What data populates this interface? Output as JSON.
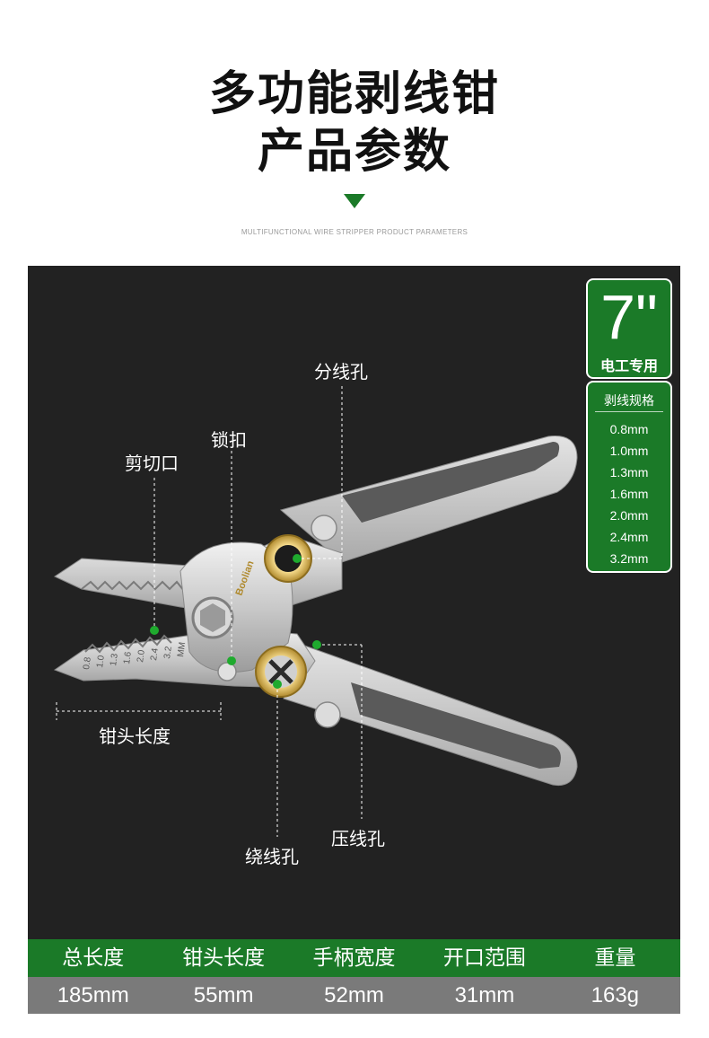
{
  "header": {
    "title_line1": "多功能剥线钳",
    "title_line2": "产品参数",
    "subtitle": "MULTIFUNCTIONAL WIRE STRIPPER PRODUCT PARAMETERS"
  },
  "badge": {
    "size": "7\"",
    "label": "电工专用"
  },
  "spec": {
    "heading": "剥线规格",
    "items": [
      "0.8mm",
      "1.0mm",
      "1.3mm",
      "1.6mm",
      "2.0mm",
      "2.4mm",
      "3.2mm"
    ]
  },
  "callouts": {
    "split_hole": "分线孔",
    "lock": "锁扣",
    "cut_edge": "剪切口",
    "head_length": "钳头长度",
    "crimp_hole": "压线孔",
    "wind_hole": "绕线孔"
  },
  "tool": {
    "brand": "Boolian",
    "blade_scale": [
      "0.8",
      "1.0",
      "1.3",
      "1.6",
      "2.0",
      "2.4",
      "3.2",
      "MM"
    ]
  },
  "table": {
    "headers": [
      "总长度",
      "钳头长度",
      "手柄宽度",
      "开口范围",
      "重量"
    ],
    "values": [
      "185mm",
      "55mm",
      "52mm",
      "31mm",
      "163g"
    ]
  },
  "colors": {
    "accent_green": "#1b7a28",
    "panel_bg": "#222222",
    "value_row_bg": "#7a7a7a",
    "marker_green": "#1faa2e"
  }
}
